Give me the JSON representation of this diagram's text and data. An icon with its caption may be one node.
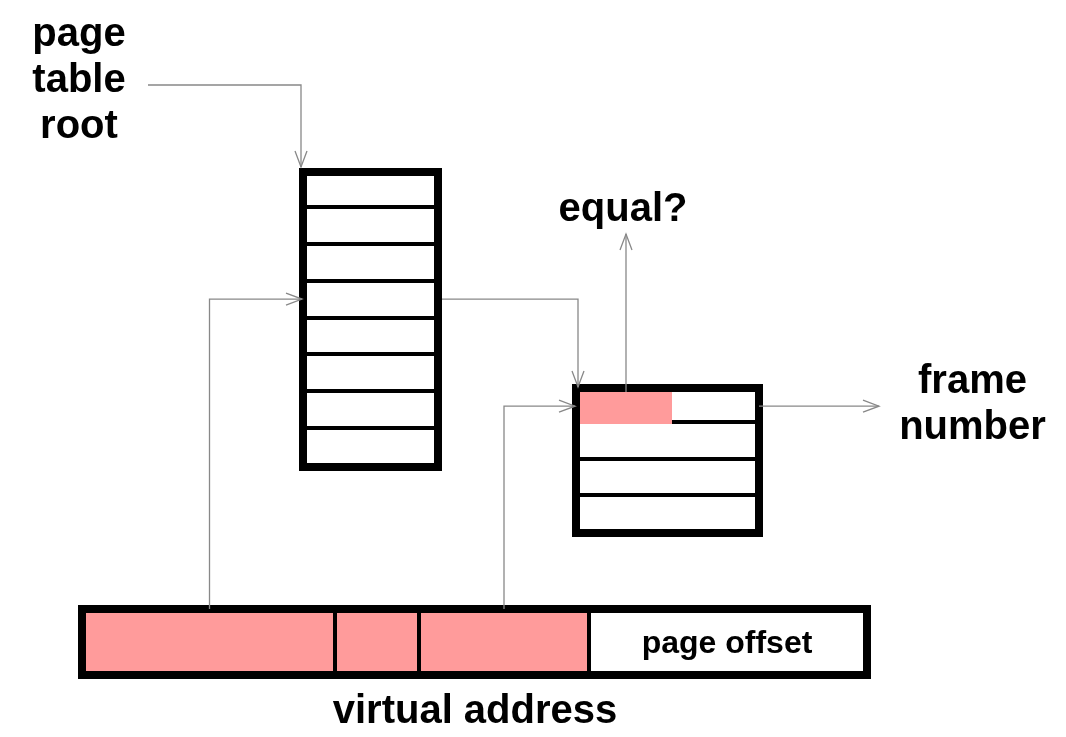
{
  "diagram": {
    "nodes": [
      {
        "text": [
          "page table root"
        ]
      },
      {
        "text": [],
        "shape": "box"
      },
      {
        "text": [],
        "shape": "box",
        "in": 1
      },
      {
        "text": [],
        "shape": "box",
        "in": 1
      },
      {
        "text": [],
        "shape": "box",
        "in": 1
      },
      {
        "text": [],
        "shape": "box",
        "in": 1
      },
      {
        "text": [],
        "shape": "box",
        "in": 1
      },
      {
        "text": [],
        "shape": "box",
        "in": 1
      },
      {
        "text": [],
        "shape": "box",
        "in": 1
      },
      {
        "text": [],
        "shape": "box",
        "in": 1
      },
      {
        "text": [],
        "shape": "box"
      },
      {
        "text": [],
        "shape": "box",
        "in": 10
      },
      {
        "text": [],
        "shape": "box",
        "in": 10
      },
      {
        "text": [],
        "shape": "box",
        "in": 10
      },
      {
        "text": [],
        "shape": "box",
        "in": 10
      },
      {
        "text": [],
        "shape": "box",
        "in": 11
      },
      {
        "text": [],
        "shape": "box"
      },
      {
        "text": [],
        "shape": "box",
        "in": 16
      },
      {
        "text": [],
        "shape": "box",
        "in": 16
      },
      {
        "text": [],
        "shape": "box",
        "in": 16
      },
      {
        "text": [
          "page offset"
        ],
        "in": 16
      },
      {
        "text": [
          "equal?"
        ]
      },
      {
        "text": [
          "frame number"
        ]
      }
    ],
    "edges": [
      {
        "from": 0,
        "to": 1,
        "arrow": "to"
      },
      {
        "from": 17,
        "to": 5,
        "arrow": "to"
      },
      {
        "from": 5,
        "to": 11,
        "arrow": "to"
      },
      {
        "from": 19,
        "to": 11,
        "arrow": "to"
      },
      {
        "from": 15,
        "to": 21,
        "arrow": "to"
      },
      {
        "from": 11,
        "to": 22,
        "arrow": "to"
      }
    ],
    "labels": [
      "virtual address"
    ]
  }
}
